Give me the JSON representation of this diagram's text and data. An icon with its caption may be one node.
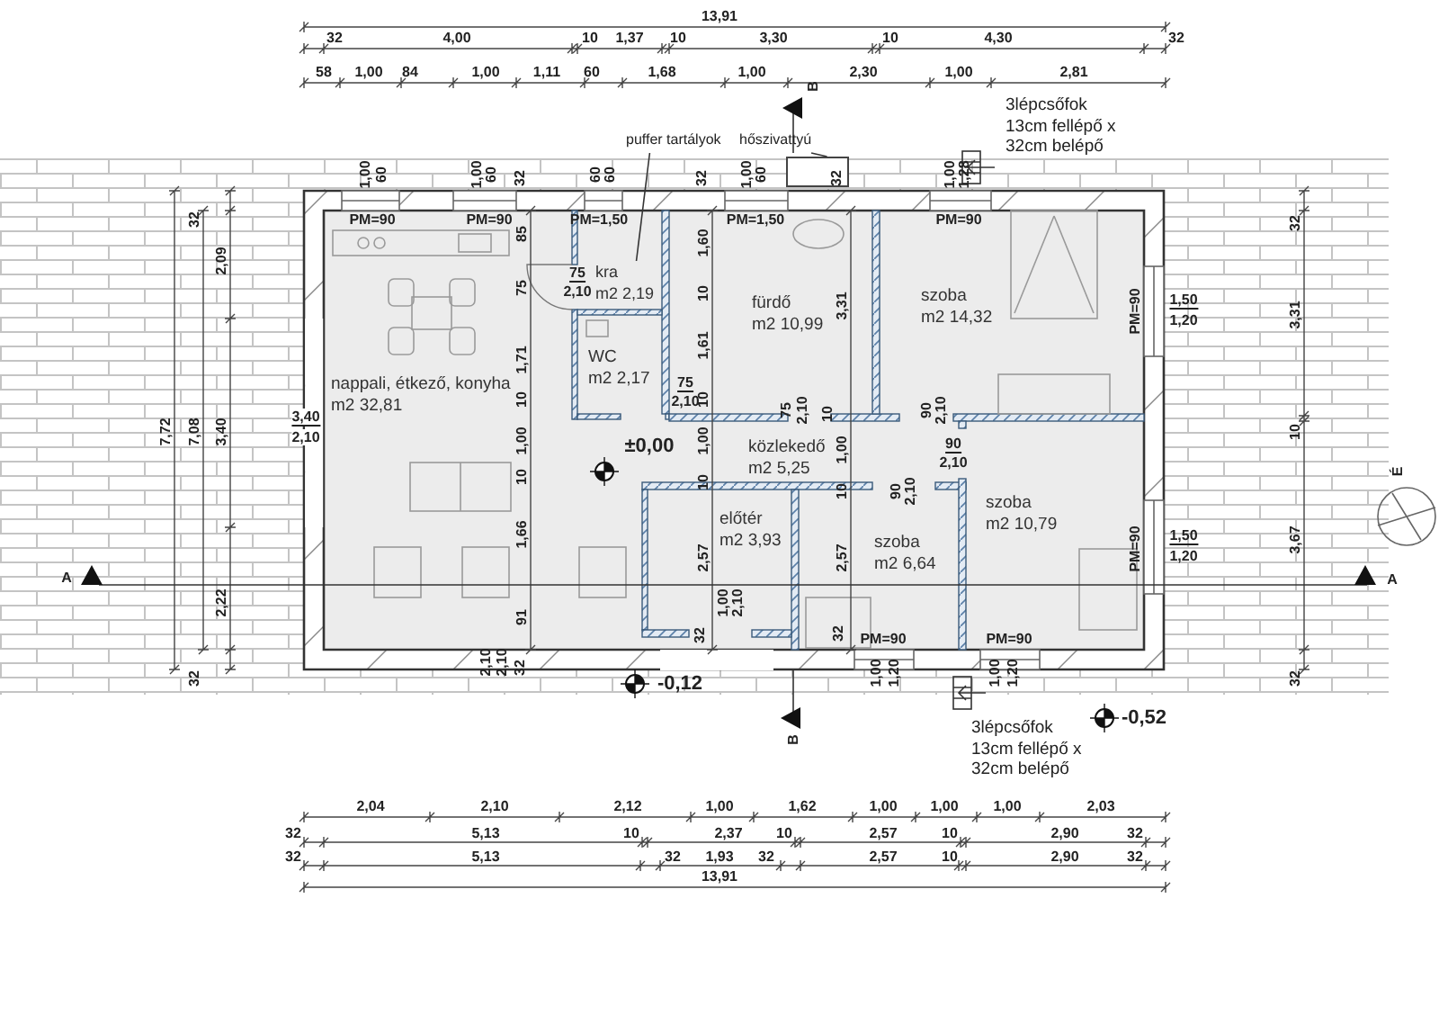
{
  "diagram": {
    "nodes": [
      {
        "text": [
          "puffer tartályok"
        ]
      },
      {
        "text": [
          "hőszivattyú"
        ]
      },
      {
        "text": [],
        "shape": "box"
      },
      {
        "text": [
          "nappali, étkező, konyha",
          "m2 32,81"
        ]
      },
      {
        "text": [
          "kra",
          "m2 2,19"
        ]
      },
      {
        "text": [
          "WC",
          "m2 2,17"
        ]
      },
      {
        "text": [
          "fürdő",
          "m2 10,99"
        ]
      },
      {
        "text": [
          "szoba",
          "m2 14,32"
        ]
      },
      {
        "text": [
          "közlekedő",
          "m2 5,25"
        ]
      },
      {
        "text": [
          "előtér",
          "m2 3,93"
        ]
      },
      {
        "text": [
          "szoba",
          "m2 6,64"
        ]
      },
      {
        "text": [
          "szoba",
          "m2 10,79"
        ]
      }
    ],
    "edges": [
      {
        "from": 0,
        "to": 4,
        "arrow": "none"
      },
      {
        "from": 1,
        "to": 2,
        "arrow": "none"
      }
    ],
    "labels": [
      "13,91",
      "32",
      "4,00",
      "10",
      "1,37",
      "10",
      "3,30",
      "10",
      "4,30",
      "32",
      "58",
      "1,00",
      "84",
      "1,00",
      "1,11",
      "60",
      "1,68",
      "1,00",
      "2,30",
      "1,00",
      "2,81",
      "B",
      "3lépcsőfok 13cm fellépő x 32cm belépő",
      "1,00",
      "60",
      "1,00",
      "60",
      "32",
      "60",
      "60",
      "32",
      "1,00",
      "60",
      "32",
      "1,00",
      "1,28",
      "PM=90",
      "PM=90",
      "PM=1,50",
      "PM=1,50",
      "PM=90",
      "32",
      "2,09",
      "7,72",
      "7,08",
      "3,40",
      "2,22",
      "32",
      "3,40",
      "2,10",
      "85",
      "75",
      "1,71",
      "10",
      "1,00",
      "10",
      "1,66",
      "91",
      "75",
      "2,10",
      "75",
      "2,10",
      "1,60",
      "10",
      "1,61",
      "10",
      "1,00",
      "10",
      "2,57",
      "1,00",
      "2,10",
      "32",
      "±0,00",
      "75",
      "2,10",
      "10",
      "3,31",
      "1,00",
      "10",
      "2,57",
      "32",
      "90",
      "2,10",
      "90",
      "2,10",
      "90",
      "2,10",
      "PM=90",
      "1,50",
      "1,20",
      "PM=90",
      "1,50",
      "1,20",
      "32",
      "3,31",
      "10",
      "3,67",
      "32",
      "É",
      "A",
      "A",
      "PM=90",
      "PM=90",
      "2,10",
      "2,10",
      "32",
      "-0,12",
      "1,00",
      "1,20",
      "1,00",
      "1,20",
      "B",
      "-0,52",
      "3lépcsőfok 13cm fellépő x 32cm belépő",
      "2,04",
      "2,10",
      "2,12",
      "1,00",
      "1,62",
      "1,00",
      "1,00",
      "1,00",
      "2,03",
      "32",
      "5,13",
      "10",
      "2,37",
      "10",
      "2,57",
      "10",
      "2,90",
      "32",
      "32",
      "5,13",
      "32",
      "1,93",
      "32",
      "2,57",
      "10",
      "2,90",
      "32",
      "13,91"
    ]
  }
}
